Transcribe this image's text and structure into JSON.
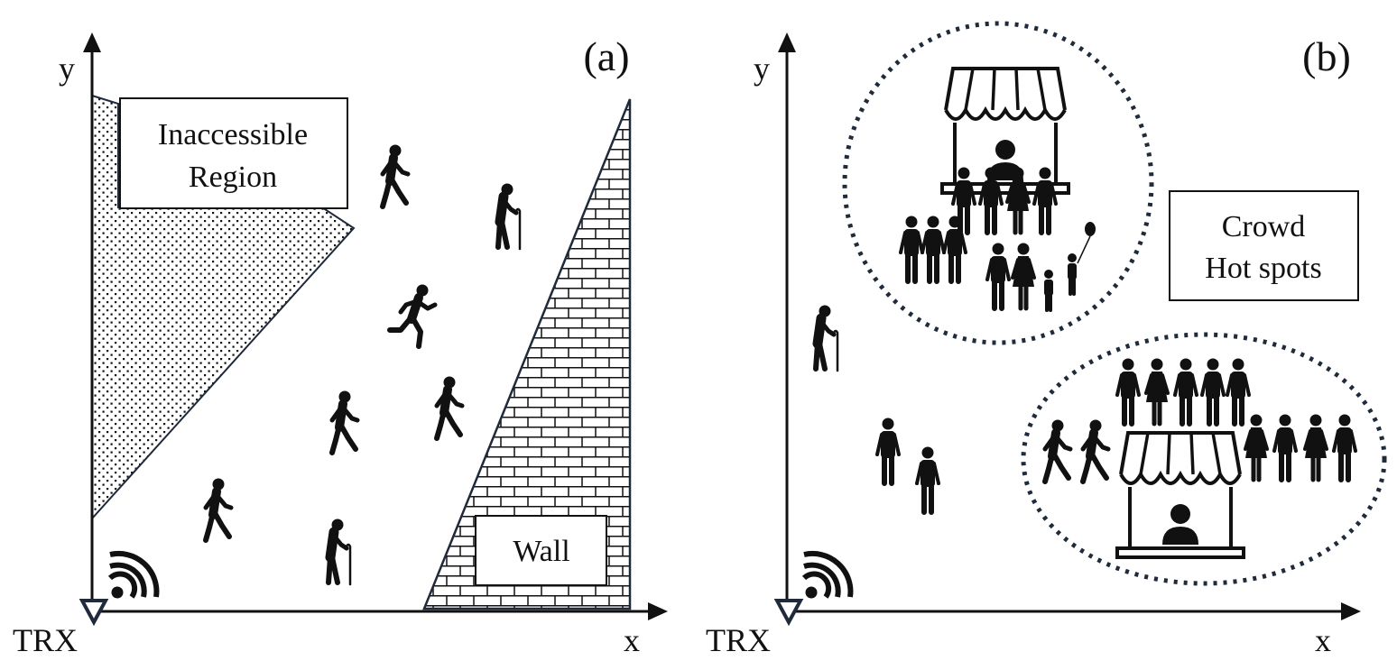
{
  "panel_a": {
    "label": "(a)",
    "axis_x": "x",
    "axis_y": "y",
    "origin_label": "TRX",
    "region_label_line1": "Inaccessible",
    "region_label_line2": "Region",
    "wall_label": "Wall"
  },
  "panel_b": {
    "label": "(b)",
    "axis_x": "x",
    "axis_y": "y",
    "origin_label": "TRX",
    "hotspot_label_line1": "Crowd",
    "hotspot_label_line2": "Hot spots"
  },
  "colors": {
    "ink": "#111111",
    "dashed_circle": "#1f2a3a",
    "trx_marker": "#1f2a3a"
  },
  "icons": [
    "wifi-signal-icon",
    "walking-person-icon",
    "running-person-icon",
    "elderly-person-icon",
    "market-stall-icon",
    "crowd-icon"
  ]
}
